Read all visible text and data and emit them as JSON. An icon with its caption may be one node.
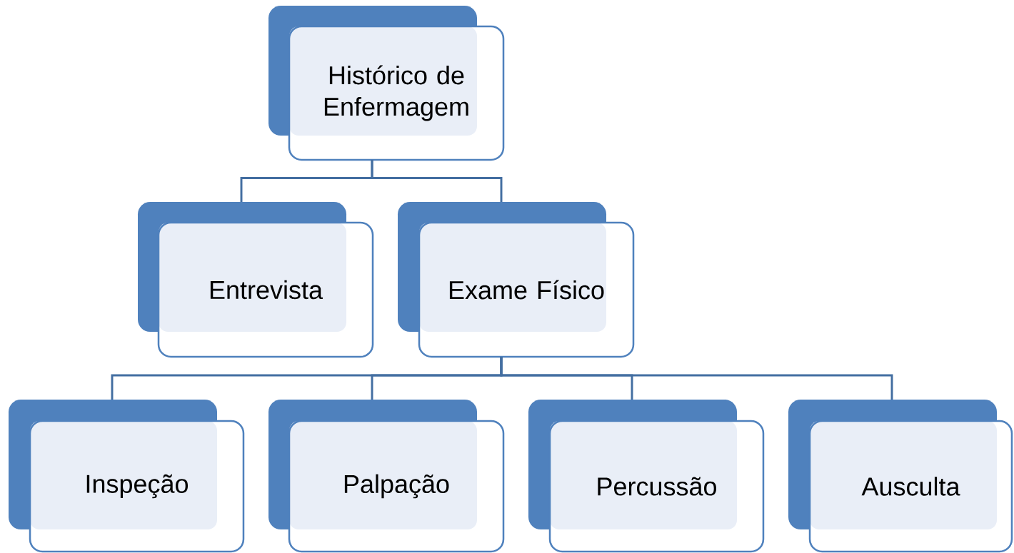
{
  "diagram": {
    "nodes": [
      {
        "text": [
          "Histórico de Enfermagem"
        ]
      },
      {
        "text": [
          "Entrevista"
        ]
      },
      {
        "text": [
          "Exame Físico"
        ]
      },
      {
        "text": [
          "Inspeção"
        ]
      },
      {
        "text": [
          "Palpação"
        ]
      },
      {
        "text": [
          "Percussão"
        ]
      },
      {
        "text": [
          "Ausculta"
        ]
      }
    ],
    "edges": [
      {
        "from": 0,
        "to": 1,
        "arrow": "none"
      },
      {
        "from": 0,
        "to": 2,
        "arrow": "none"
      },
      {
        "from": 2,
        "to": 3,
        "arrow": "none"
      },
      {
        "from": 2,
        "to": 4,
        "arrow": "none"
      },
      {
        "from": 2,
        "to": 5,
        "arrow": "none"
      },
      {
        "from": 2,
        "to": 6,
        "arrow": "none"
      }
    ]
  }
}
